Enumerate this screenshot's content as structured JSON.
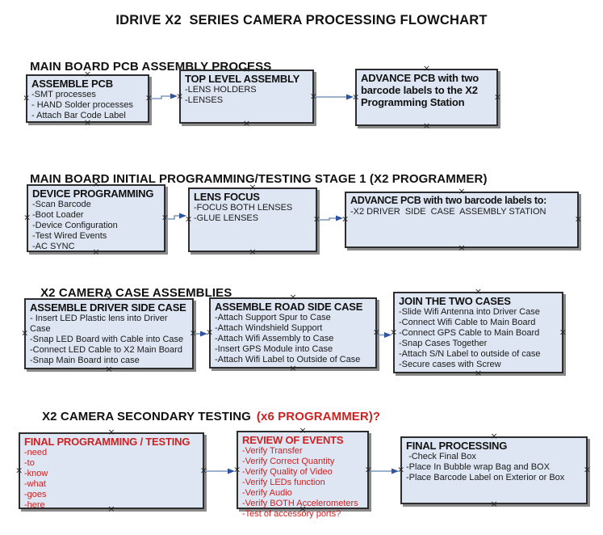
{
  "title": "IDRIVE X2  SERIES CAMERA PROCESSING FLOWCHART",
  "colors": {
    "box_fill": "#dde6f2",
    "box_border": "#2d2d2d",
    "arrow_line": "#7d99bc",
    "arrow_head": "#2f55a0",
    "red_text": "#cc2222",
    "black_text": "#111111"
  },
  "sections": [
    {
      "heading": "MAIN BOARD PCB ASSEMBLY PROCESS",
      "boxes": [
        {
          "title": "ASSEMBLE PCB",
          "items": [
            "-SMT processes",
            "- HAND Solder processes",
            "- Attach Bar Code Label"
          ]
        },
        {
          "title": "TOP LEVEL ASSEMBLY",
          "items": [
            "-LENS HOLDERS",
            "-LENSES"
          ]
        },
        {
          "title": "ADVANCE PCB with two barcode labels to the X2 Programming Station",
          "items": []
        }
      ]
    },
    {
      "heading": "MAIN BOARD INITIAL PROGRAMMING/TESTING STAGE 1 (X2 PROGRAMMER)",
      "boxes": [
        {
          "title": "DEVICE PROGRAMMING",
          "items": [
            "-Scan Barcode",
            "-Boot Loader",
            "-Device Configuration",
            "-Test Wired Events",
            "-AC SYNC"
          ]
        },
        {
          "title": "LENS FOCUS",
          "items": [
            "-FOCUS BOTH LENSES",
            "-GLUE LENSES"
          ]
        },
        {
          "title": "ADVANCE PCB with two barcode labels to:",
          "items": [
            "-X2 DRIVER  SIDE  CASE  ASSEMBLY STATION"
          ]
        }
      ]
    },
    {
      "heading": "X2 CAMERA CASE ASSEMBLIES",
      "boxes": [
        {
          "title": "ASSEMBLE DRIVER SIDE CASE",
          "items": [
            "- Insert LED Plastic lens into Driver Case",
            "-Snap LED Board with Cable into Case",
            "-Connect LED Cable to X2 Main Board",
            "-Snap Main Board into case"
          ]
        },
        {
          "title": "ASSEMBLE ROAD SIDE CASE",
          "items": [
            "-Attach Support Spur to Case",
            "-Attach Windshield Support",
            "-Attach Wifi Assembly to Case",
            "-Insert GPS Module into Case",
            "-Attach Wifi Label to Outside of Case"
          ]
        },
        {
          "title": "JOIN THE TWO CASES",
          "items": [
            "-Slide Wifi Antenna into Driver Case",
            "-Connect Wifi Cable to Main Board",
            "-Connect GPS Cable to Main Board",
            "-Snap Cases Together",
            "-Attach S/N Label to outside of case",
            "-Secure cases with Screw"
          ]
        }
      ]
    },
    {
      "heading": "X2 CAMERA SECONDARY TESTING",
      "heading_suffix": "(x6 PROGRAMMER)?",
      "boxes": [
        {
          "title": "FINAL PROGRAMMING / TESTING",
          "items": [
            "-need",
            "-to",
            "-know",
            "-what",
            "-goes",
            "-here"
          ]
        },
        {
          "title": "REVIEW OF EVENTS",
          "items": [
            "-Verify Transfer",
            "-Verify Correct Quantity",
            "-Verify Quality of Video",
            "-Verify LEDs function",
            "-Verify Audio",
            "-Verify BOTH Accelerometers",
            "-Test of accessory ports?"
          ]
        },
        {
          "title": "FINAL PROCESSING",
          "items": [
            " -Check Final Box",
            "-Place In Bubble wrap Bag and BOX",
            "-Place Barcode Label on Exterior or Box"
          ]
        }
      ]
    }
  ]
}
